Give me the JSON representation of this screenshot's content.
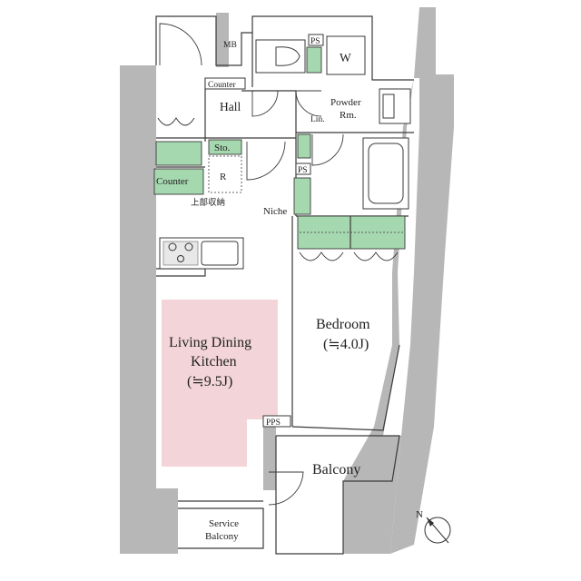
{
  "labels": {
    "mb": "MB",
    "ps_top": "PS",
    "w": "W",
    "counter_hall": "Counter",
    "hall": "Hall",
    "powder_line1": "Powder",
    "powder_line2": "Rm.",
    "lin": "Lin.",
    "sto": "Sto.",
    "r": "R",
    "ps_mid": "PS",
    "counter_kitchen": "Counter",
    "upper_storage": "上部収納",
    "niche": "Niche",
    "bedroom": "Bedroom",
    "bedroom_size": "(≒4.0J)",
    "ldk_line1": "Living Dining",
    "ldk_line2": "Kitchen",
    "ldk_size": "(≒9.5J)",
    "pps": "PPS",
    "balcony": "Balcony",
    "service_line1": "Service",
    "service_line2": "Balcony",
    "north": "N"
  },
  "colors": {
    "wall": "#b7b7b7",
    "storage_green": "#a6d8b0",
    "ldk_pink": "#f3d5d9",
    "line": "#3a3a3a"
  }
}
